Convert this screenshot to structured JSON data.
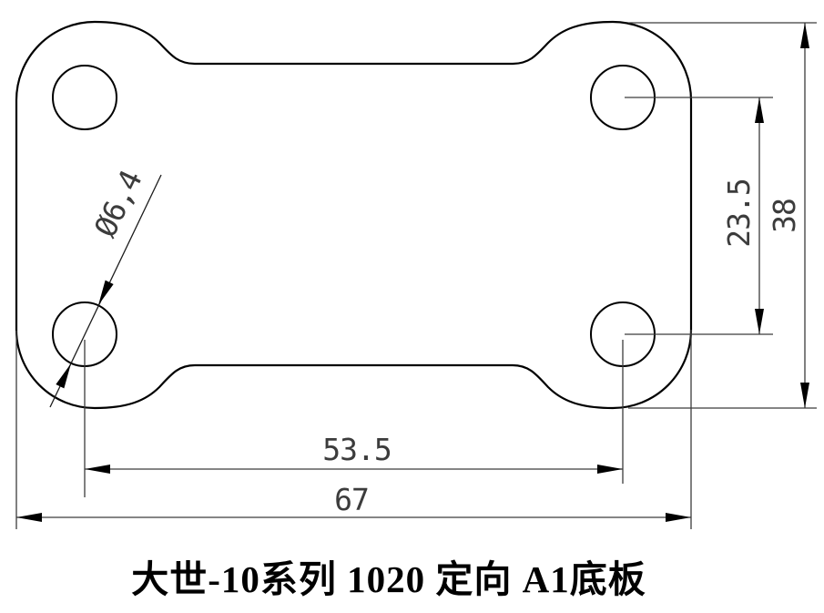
{
  "drawing": {
    "title": "大世-10系列 1020 定向 A1底板",
    "dimensions": {
      "hole_diameter": "Ø6,4",
      "vertical_hole_spacing": "23.5",
      "overall_height": "38",
      "horizontal_hole_spacing": "53.5",
      "overall_width": "67"
    },
    "colors": {
      "outline_line": "#000000",
      "dimension_line": "#3c3c3c",
      "dimension_text": "#3c3c3c",
      "title_text": "#000000",
      "background": "#ffffff"
    }
  }
}
